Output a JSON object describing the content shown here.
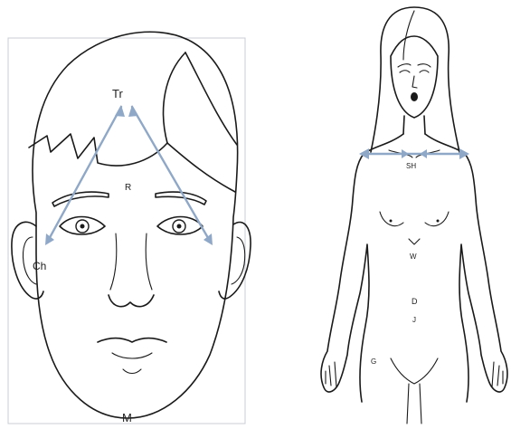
{
  "colors": {
    "measure_line": "#8fa8c8",
    "ink": "#1a1a1a",
    "frame": "#c8ccd4",
    "background": "#ffffff"
  },
  "face": {
    "labels": {
      "trichion": "Tr",
      "center": "R",
      "cheek_left": "Ch",
      "menton": "M"
    }
  },
  "body": {
    "labels": {
      "shoulders": "SH",
      "waist": "W",
      "navel": "D",
      "navel_lower": "J",
      "hand": "G"
    }
  }
}
